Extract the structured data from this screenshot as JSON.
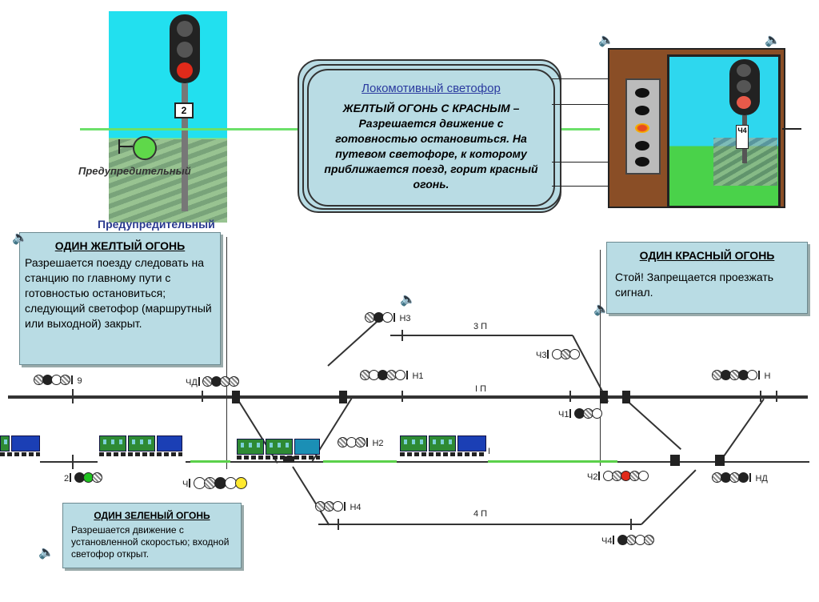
{
  "top_left_signal": {
    "plate": "2",
    "distant_label": "Предупредительный",
    "bottom_label": "Предупредительный"
  },
  "callout": {
    "title": "Локомотивный светофор",
    "heading": "ЖЕЛТЫЙ ОГОНЬ С КРАСНЫМ –",
    "body": "Разрешается движение с готовностью остановиться. На путевом светофоре, к которому приближается поезд, горит красный огонь."
  },
  "cab_signal_plate": "Ч4",
  "box_yellow": {
    "title": "ОДИН ЖЕЛТЫЙ ОГОНЬ",
    "body": "Разрешается поезду следовать на станцию по главному пути с готовностью остановиться; следующий светофор (маршрутный или выходной) закрыт."
  },
  "box_red": {
    "title": "ОДИН КРАСНЫЙ ОГОНЬ",
    "body": "Стой! Запрещается проезжать сигнал."
  },
  "box_green": {
    "title": "ОДИН ЗЕЛЕНЫЙ ОГОНЬ",
    "body": "Разрешается движение с установленной скоростью; входной светофор открыт."
  },
  "tracks": {
    "track3": "3 П",
    "track1": "I П",
    "track2": "I",
    "track4": "4 П"
  },
  "signals": {
    "n3": "Н3",
    "ch3": "Ч3",
    "n1": "Н1",
    "ch1": "Ч1",
    "n2": "Н2",
    "n4": "Н4",
    "ch2": "Ч2",
    "ch4": "Ч4",
    "n": "Н",
    "nd": "НД",
    "chd": "ЧД",
    "s9": "9",
    "s2": "2",
    "ch": "Ч"
  },
  "colors": {
    "box": "#b9dce4",
    "green_track": "#5bd14a",
    "red": "#e02a1a",
    "yellow": "#ffe930",
    "green": "#21c321"
  }
}
